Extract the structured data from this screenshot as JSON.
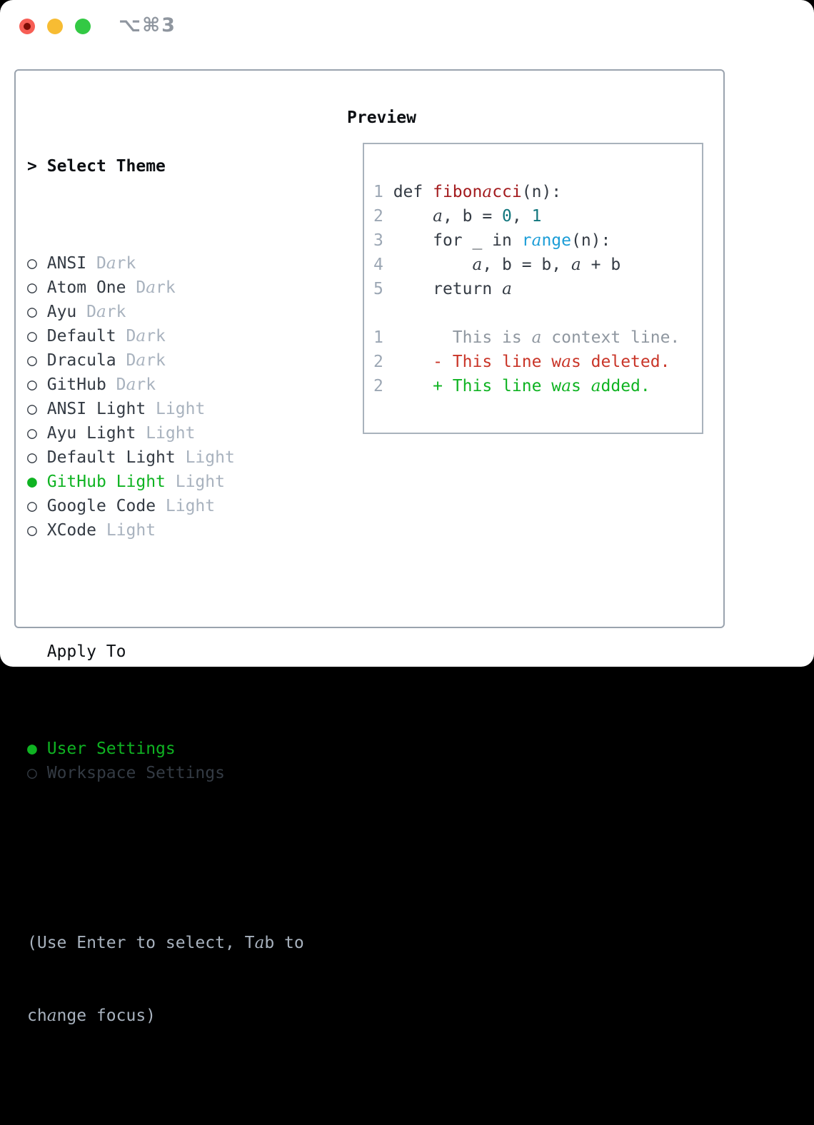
{
  "window": {
    "title": "⌥⌘3",
    "traffic_lights": [
      "close",
      "minimize",
      "zoom"
    ]
  },
  "theme_panel": {
    "heading_prefix": ">",
    "heading": "Select Theme",
    "items": [
      {
        "label": "ANSI",
        "variant": "Dark",
        "selected": false
      },
      {
        "label": "Atom One",
        "variant": "Dark",
        "selected": false
      },
      {
        "label": "Ayu",
        "variant": "Dark",
        "selected": false
      },
      {
        "label": "Default",
        "variant": "Dark",
        "selected": false
      },
      {
        "label": "Dracula",
        "variant": "Dark",
        "selected": false
      },
      {
        "label": "GitHub",
        "variant": "Dark",
        "selected": false
      },
      {
        "label": "ANSI Light",
        "variant": "Light",
        "selected": false
      },
      {
        "label": "Ayu Light",
        "variant": "Light",
        "selected": false
      },
      {
        "label": "Default Light",
        "variant": "Light",
        "selected": false
      },
      {
        "label": "GitHub Light",
        "variant": "Light",
        "selected": true
      },
      {
        "label": "Google Code",
        "variant": "Light",
        "selected": false
      },
      {
        "label": "XCode",
        "variant": "Light",
        "selected": false
      }
    ],
    "apply_to": {
      "heading": "Apply To",
      "options": [
        {
          "label": "User Settings",
          "selected": true
        },
        {
          "label": "Workspace Settings",
          "selected": false
        }
      ]
    },
    "marker_selected": "●",
    "marker_unselected": "○",
    "hint_line1": "(Use Enter to select, Tab to",
    "hint_line2": "change focus)"
  },
  "preview": {
    "heading": "Preview",
    "lines": [
      {
        "gutter": "1",
        "segments": [
          {
            "t": " def ",
            "c": "pl"
          },
          {
            "t": "fibonacci",
            "c": "fn"
          },
          {
            "t": "(n):",
            "c": "pl"
          }
        ]
      },
      {
        "gutter": "2",
        "segments": [
          {
            "t": "     a, b = ",
            "c": "pl"
          },
          {
            "t": "0",
            "c": "num"
          },
          {
            "t": ", ",
            "c": "pl"
          },
          {
            "t": "1",
            "c": "num"
          }
        ]
      },
      {
        "gutter": "3",
        "segments": [
          {
            "t": "     for _ in ",
            "c": "pl"
          },
          {
            "t": "range",
            "c": "bi"
          },
          {
            "t": "(n):",
            "c": "pl"
          }
        ]
      },
      {
        "gutter": "4",
        "segments": [
          {
            "t": "         a, b = b, a + b",
            "c": "pl"
          }
        ]
      },
      {
        "gutter": "5",
        "segments": [
          {
            "t": "     return a",
            "c": "pl"
          }
        ]
      },
      {
        "gutter": "",
        "segments": []
      },
      {
        "gutter": "1",
        "segments": [
          {
            "t": "       This is a context line.",
            "c": "ctx"
          }
        ]
      },
      {
        "gutter": "2",
        "segments": [
          {
            "t": "     ",
            "c": "pl"
          },
          {
            "t": "- This line was deleted.",
            "c": "del"
          }
        ]
      },
      {
        "gutter": "2",
        "segments": [
          {
            "t": "     ",
            "c": "pl"
          },
          {
            "t": "+ This line was added.",
            "c": "add"
          }
        ]
      }
    ]
  },
  "colors": {
    "page_bg": "#000000",
    "window_bg": "#ffffff",
    "panel_border": "#9aa3ae",
    "preview_border": "#a9b2bc",
    "text_dark": "#343b44",
    "heading": "#0c0f13",
    "muted": "#a8b2be",
    "line_number": "#9ca7b4",
    "context": "#8f97a0",
    "green": "#0fb322",
    "deleted_red": "#c93528",
    "function_red": "#a31b1e",
    "number_teal": "#11767d",
    "builtin_blue": "#1b9dd7",
    "title_gray": "#8f969f",
    "traffic_red": "#f75e55",
    "traffic_red_dot": "#7e0d05",
    "traffic_yellow": "#f7bc33",
    "traffic_green": "#33c944"
  }
}
